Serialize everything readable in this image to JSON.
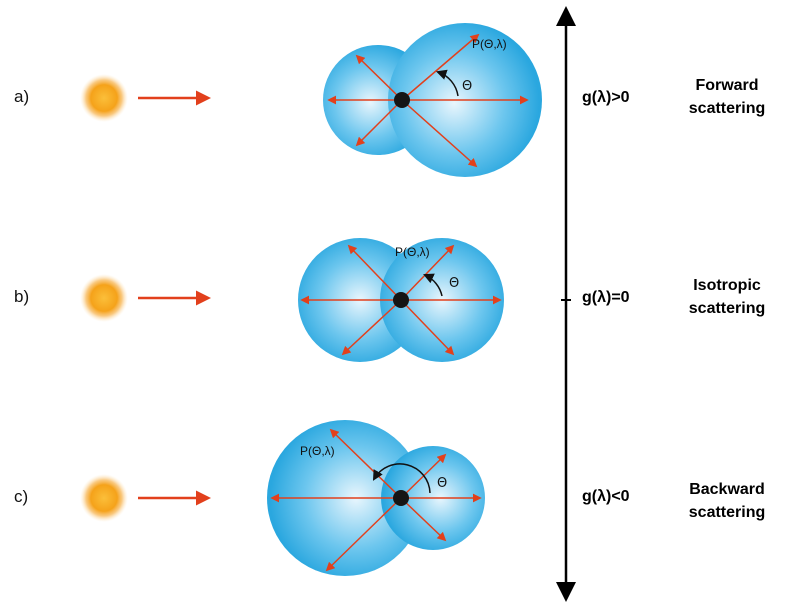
{
  "rows": [
    {
      "label": "a)",
      "g_text": "g(λ)>0",
      "type_line1": "Forward",
      "type_line2": "scattering",
      "p_label": "P(Θ,λ)",
      "theta_label": "Θ"
    },
    {
      "label": "b)",
      "g_text": "g(λ)=0",
      "type_line1": "Isotropic",
      "type_line2": "scattering",
      "p_label": "P(Θ,λ)",
      "theta_label": "Θ"
    },
    {
      "label": "c)",
      "g_text": "g(λ)<0",
      "type_line1": "Backward",
      "type_line2": "scattering",
      "p_label": "P(Θ,λ)",
      "theta_label": "Θ"
    }
  ],
  "colors": {
    "sun": "#f5a21a",
    "sun_glow": "#fde3b8",
    "arrow": "#e2401c",
    "blob": "#2aa7df",
    "blob_center": "#e9f6fd",
    "particle": "#151515",
    "axis": "#000000"
  }
}
